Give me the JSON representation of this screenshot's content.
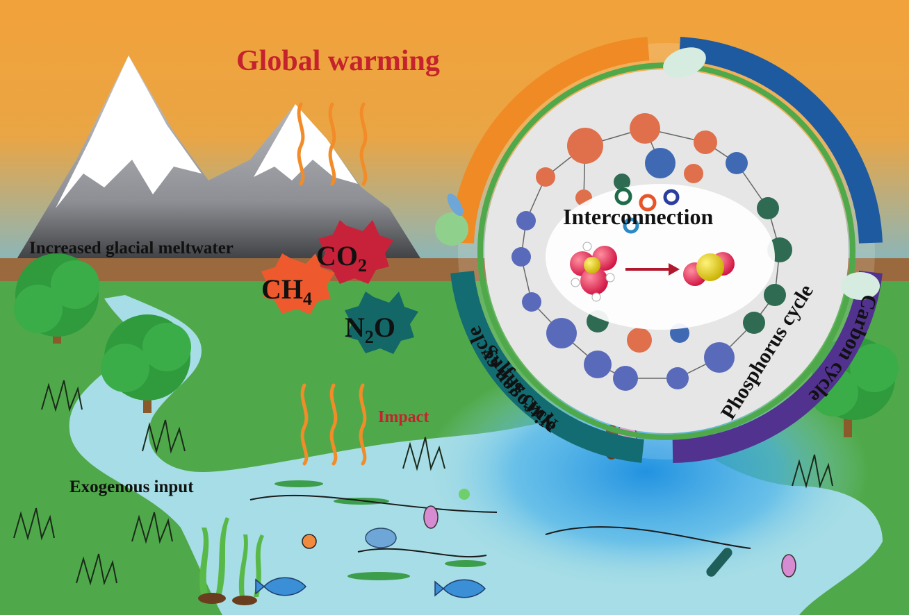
{
  "title": "Global warming",
  "labels": {
    "meltwater": "Increased glacial meltwater",
    "exogenous": "Exogenous input",
    "impact": "Impact",
    "interconnection": "Interconnection"
  },
  "gases": [
    {
      "formula": "CO",
      "subscript": "2",
      "color": "#c8223a"
    },
    {
      "formula": "CH",
      "subscript": "4",
      "color": "#ee5a2d"
    },
    {
      "formula": "N",
      "subscript": "2",
      "suffix": "O",
      "color": "#136867"
    }
  ],
  "cycles": [
    {
      "name": "Carbon cycle",
      "color": "#f08a24"
    },
    {
      "name": "Nitrogen cycle",
      "color": "#1e5aa0"
    },
    {
      "name": "Phosphorus cycle",
      "color": "#52328f"
    },
    {
      "name": "Sulfur cycle",
      "color": "#126c72"
    }
  ],
  "colors": {
    "sky_top": "#f0a33c",
    "sky_bottom": "#2fa6d8",
    "land": "#4fa94a",
    "soil": "#9a6a3e",
    "water": "#a6dde6",
    "accent_red": "#c4232e"
  }
}
